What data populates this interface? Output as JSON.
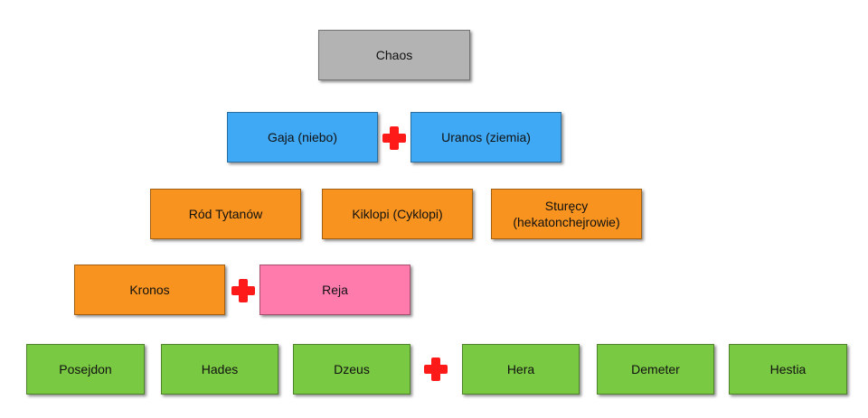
{
  "diagram": {
    "row1": {
      "chaos": "Chaos"
    },
    "row2": {
      "gaja": "Gaja (niebo)",
      "uranos": "Uranos (ziemia)"
    },
    "row3": {
      "tytani": "Ród Tytanów",
      "kiklopi": "Kiklopi (Cyklopi)",
      "sturecy_line1": "Sturęcy",
      "sturecy_line2": "(hekatonchejrowie)"
    },
    "row4": {
      "kronos": "Kronos",
      "reja": "Reja"
    },
    "row5": {
      "posejdon": "Posejdon",
      "hades": "Hades",
      "dzeus": "Dzeus",
      "hera": "Hera",
      "demeter": "Demeter",
      "hestia": "Hestia"
    },
    "colors": {
      "gray": "#b3b3b3",
      "blue": "#3fa9f5",
      "orange": "#f7931e",
      "pink": "#ff7bac",
      "green": "#7ac943",
      "plus": "#ff1a1a"
    },
    "icons": [
      "plus-icon"
    ]
  }
}
